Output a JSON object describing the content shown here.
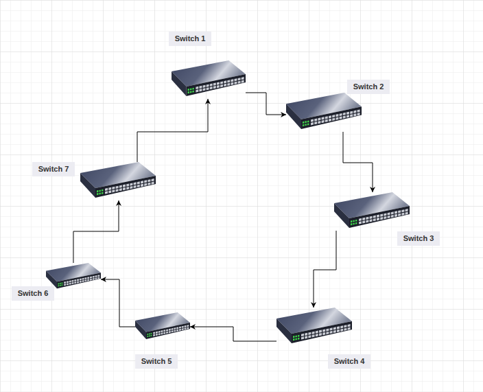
{
  "diagram": {
    "nodes": [
      {
        "text": [
          "Switch 1"
        ]
      },
      {
        "text": [
          "Switch 2"
        ]
      },
      {
        "text": [
          "Switch 3"
        ]
      },
      {
        "text": [
          "Switch 4"
        ]
      },
      {
        "text": [
          "Switch 5"
        ]
      },
      {
        "text": [
          "Switch 6"
        ]
      },
      {
        "text": [
          "Switch 7"
        ]
      }
    ],
    "edges": [
      {
        "from": 0,
        "to": 1,
        "arrow": "to"
      },
      {
        "from": 1,
        "to": 2,
        "arrow": "to"
      },
      {
        "from": 2,
        "to": 3,
        "arrow": "to"
      },
      {
        "from": 3,
        "to": 4,
        "arrow": "to"
      },
      {
        "from": 4,
        "to": 5,
        "arrow": "to"
      },
      {
        "from": 5,
        "to": 6,
        "arrow": "to"
      },
      {
        "from": 6,
        "to": 0,
        "arrow": "to"
      }
    ]
  }
}
